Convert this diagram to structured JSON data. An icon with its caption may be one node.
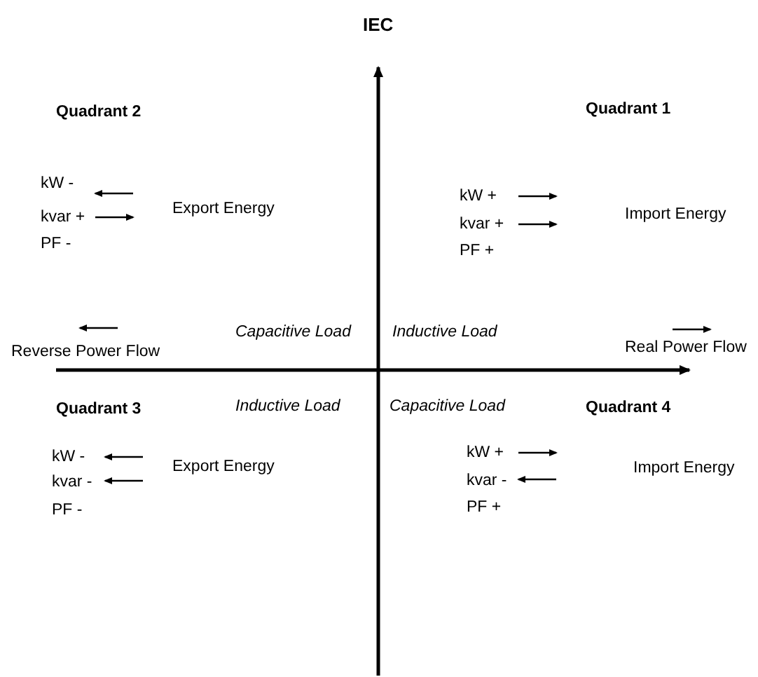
{
  "diagram": {
    "title": "IEC",
    "labels": [
      "Quadrant 2",
      "Quadrant 1",
      "kW -",
      "kW +",
      "kvar +",
      "Export Energy",
      "kvar +",
      "Import Energy",
      "PF -",
      "PF +",
      "Capacitive Load",
      "Inductive Load",
      "Reverse Power Flow",
      "Real Power Flow",
      "Quadrant 3",
      "Inductive Load",
      "Capacitive Load",
      "Quadrant 4",
      "kW -",
      "Export Energy",
      "kW +",
      "Import Energy",
      "kvar -",
      "kvar -",
      "PF -",
      "PF +"
    ]
  }
}
